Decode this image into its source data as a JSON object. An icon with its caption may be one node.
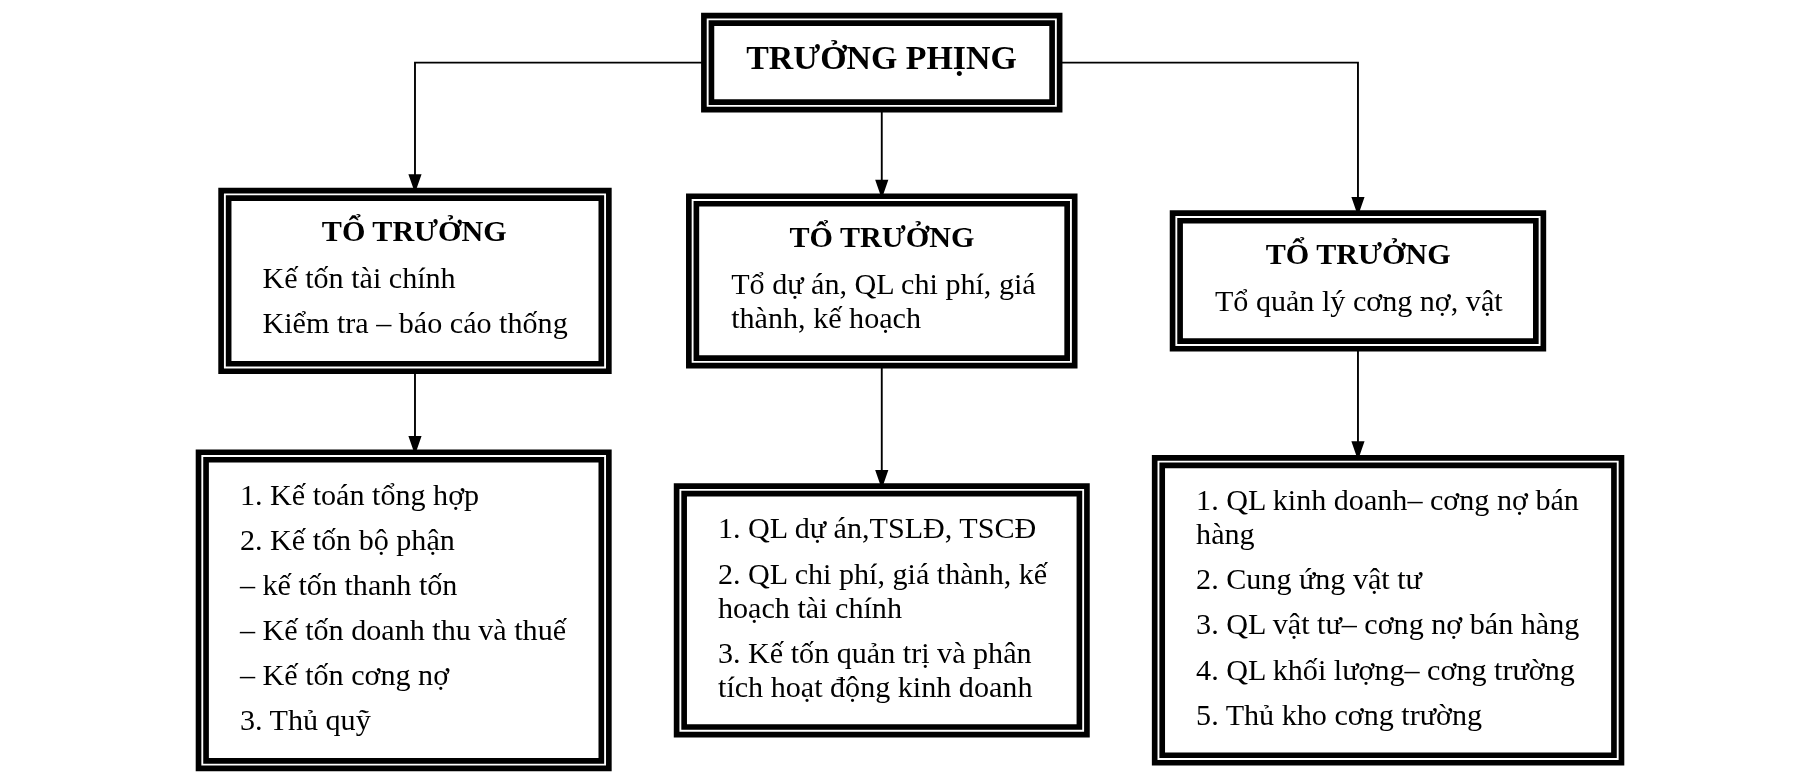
{
  "diagram": {
    "nodes": [
      {
        "text": [
          "TRƯỞNG PHỊNG"
        ]
      },
      {
        "text": [
          "TỔ TRƯỞNG",
          "Kế tốn tài chính",
          "Kiểm tra – báo cáo thống"
        ]
      },
      {
        "text": [
          "TỔ TRƯỞNG",
          "Tổ dự án, QL chi phí, giá thành, kế hoạch"
        ]
      },
      {
        "text": [
          "TỔ TRƯỞNG",
          "Tổ quản lý cơng nợ, vật"
        ]
      },
      {
        "text": [
          "1. Kế toán tổng hợp",
          "2. Kế tốn bộ phận",
          "– kế tốn thanh tốn",
          "– Kế tốn doanh thu và thuế",
          "– Kế tốn cơng nợ",
          "3. Thủ quỹ"
        ]
      },
      {
        "text": [
          "1. QL dự án,TSLĐ, TSCĐ",
          "2. QL chi phí, giá thành, kế hoạch tài chính",
          "3. Kế tốn quản trị và phân tích hoạt động kinh doanh"
        ]
      },
      {
        "text": [
          "1. QL kinh doanh– cơng nợ bán hàng",
          "2. Cung ứng vật tư",
          "3. QL vật tư– cơng nợ bán hàng",
          "4. QL khối lượng– cơng trường",
          "5. Thủ kho cơng trường"
        ]
      }
    ],
    "edges": [
      {
        "from": 0,
        "to": 1,
        "arrow": "to"
      },
      {
        "from": 0,
        "to": 2,
        "arrow": "to"
      },
      {
        "from": 0,
        "to": 3,
        "arrow": "to"
      },
      {
        "from": 1,
        "to": 4,
        "arrow": "to"
      },
      {
        "from": 2,
        "to": 5,
        "arrow": "to"
      },
      {
        "from": 3,
        "to": 6,
        "arrow": "to"
      }
    ]
  }
}
